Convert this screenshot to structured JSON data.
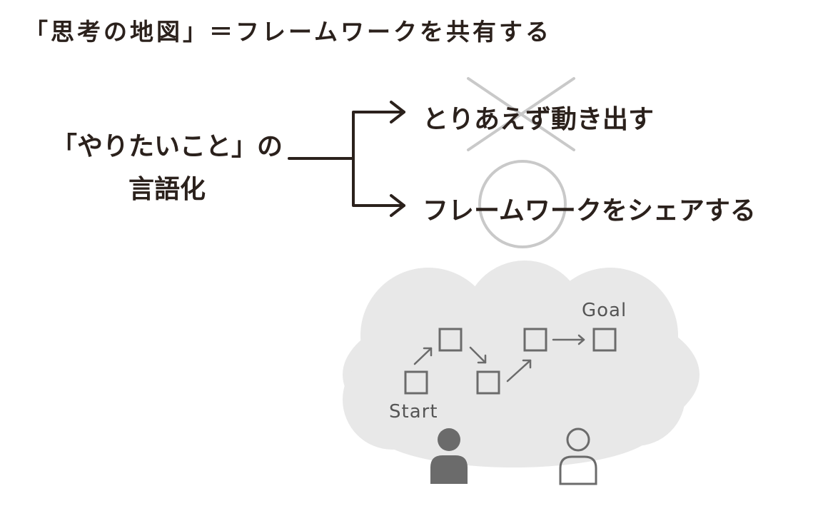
{
  "title": "「思考の地図」＝フレームワークを共有する",
  "source": {
    "line1": "「やりたいこと」の",
    "line2": "言語化"
  },
  "options": [
    {
      "label": "とりあえず動き出す",
      "mark": "cross-mark"
    },
    {
      "label": "フレームワークをシェアする",
      "mark": "circle-mark"
    }
  ],
  "cloud": {
    "start_label": "Start",
    "goal_label": "Goal"
  },
  "colors": {
    "ink": "#2b211c",
    "mark_gray": "#c9c9c9",
    "cloud_fill": "#e8e8e8",
    "step_stroke": "#6b6b6b",
    "person_filled": "#6b6b6b",
    "person_outline": "#6b6b6b"
  },
  "icons": [
    "cross-mark-icon",
    "circle-mark-icon",
    "step-box-icon",
    "arrow-icon",
    "person-filled-icon",
    "person-outline-icon",
    "cloud-icon"
  ]
}
